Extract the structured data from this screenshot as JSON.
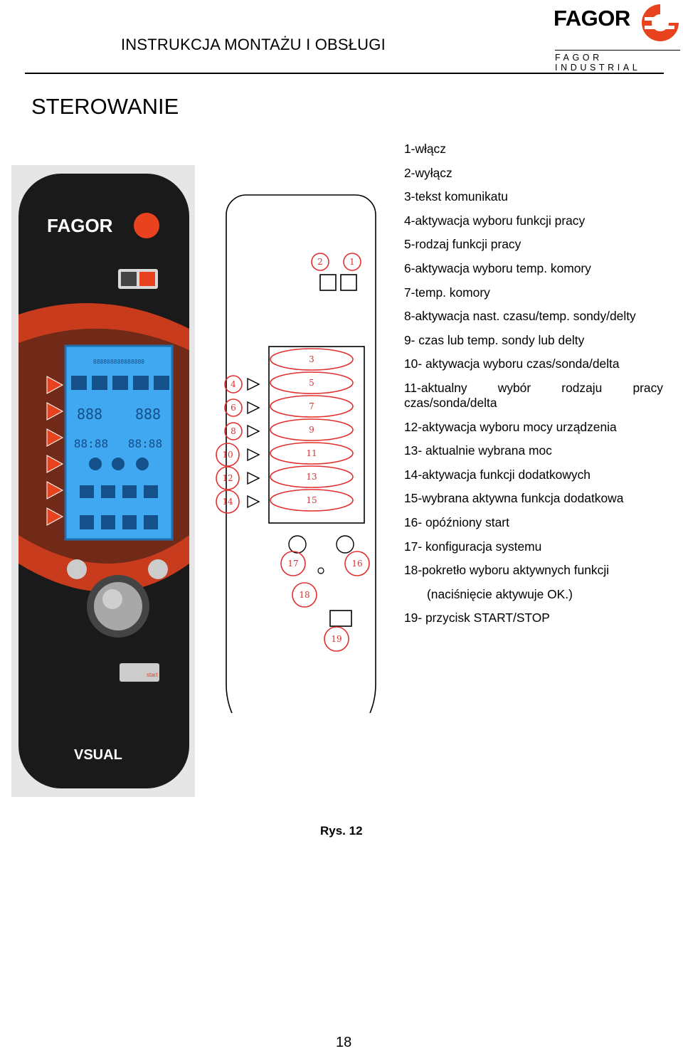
{
  "header": {
    "title": "INSTRUKCJA MONTAŻU I OBSŁUGI",
    "brand_name": "FAGOR",
    "brand_subtitle": "FAGOR INDUSTRIAL",
    "brand_color": "#e8431e"
  },
  "section_title": "STEROWANIE",
  "legend": [
    "1-włącz",
    "2-wyłącz",
    "3-tekst komunikatu",
    "4-aktywacja wyboru funkcji pracy",
    "5-rodzaj funkcji pracy",
    "6-aktywacja wyboru temp. komory",
    "7-temp. komory",
    "8-aktywacja nast. czasu/temp. sondy/delty",
    "9- czas lub temp. sondy lub delty",
    "10- aktywacja wyboru czas/sonda/delta",
    "11-aktualny wybór rodzaju pracy czas/sonda/delta",
    "12-aktywacja wyboru mocy urządzenia",
    "13- aktualnie wybrana moc",
    "14-aktywacja funkcji dodatkowych",
    "15-wybrana aktywna funkcja dodatkowa",
    "16- opóźniony start",
    "17- konfiguracja systemu",
    "18-pokretło wyboru aktywnych funkcji",
    "(naciśnięcie aktywuje OK.)",
    "19- przycisk START/STOP"
  ],
  "panel_photo": {
    "brand": "FAGOR",
    "model": "VSUAL",
    "display_top": "888888888888888",
    "display_temp_left": "888",
    "display_temp_right": "888",
    "display_time_left": "88:88",
    "display_time_right": "88:88",
    "start_button": "start",
    "panel_color": "#1a1a1a",
    "accent_color": "#e8431e",
    "screen_color": "#3fa8f0"
  },
  "diagram": {
    "top_buttons": [
      "2",
      "1"
    ],
    "oval_labels": [
      "3",
      "5",
      "7",
      "9",
      "11",
      "13",
      "15"
    ],
    "circle_labels": [
      "4",
      "6",
      "8",
      "10",
      "12",
      "14"
    ],
    "bottom_labels": [
      "17",
      "16",
      "18",
      "19"
    ],
    "marker_color": "#e03030"
  },
  "figure_caption": "Rys. 12",
  "page_number": "18"
}
